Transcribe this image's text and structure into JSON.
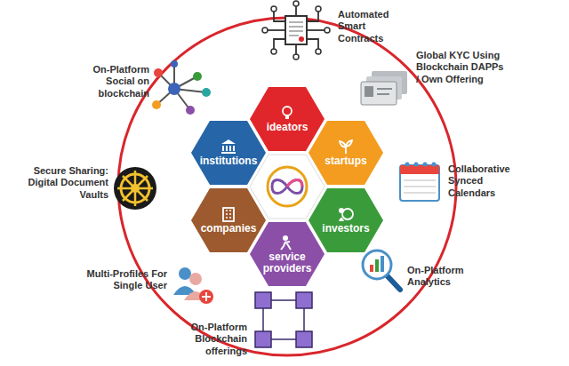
{
  "diagram": {
    "nodes": [
      {
        "text": [
          "ideators"
        ]
      },
      {
        "text": [
          "startups"
        ]
      },
      {
        "text": [
          "investors"
        ]
      },
      {
        "text": [
          "service providers"
        ]
      },
      {
        "text": [
          "companies"
        ]
      },
      {
        "text": [
          "institutions"
        ]
      }
    ],
    "labels": [
      "Automated Smart Contracts",
      "Global KYC Using Blockchain DAPPs / Own Offering",
      "Collaborative Synced Calendars",
      "On-Platform Analytics",
      "On-Platform Blockchain offerings",
      "Multi-Profiles For Single User",
      "Secure Sharing: Digital Document Vaults",
      "On-Platform Social on blockchain"
    ]
  }
}
